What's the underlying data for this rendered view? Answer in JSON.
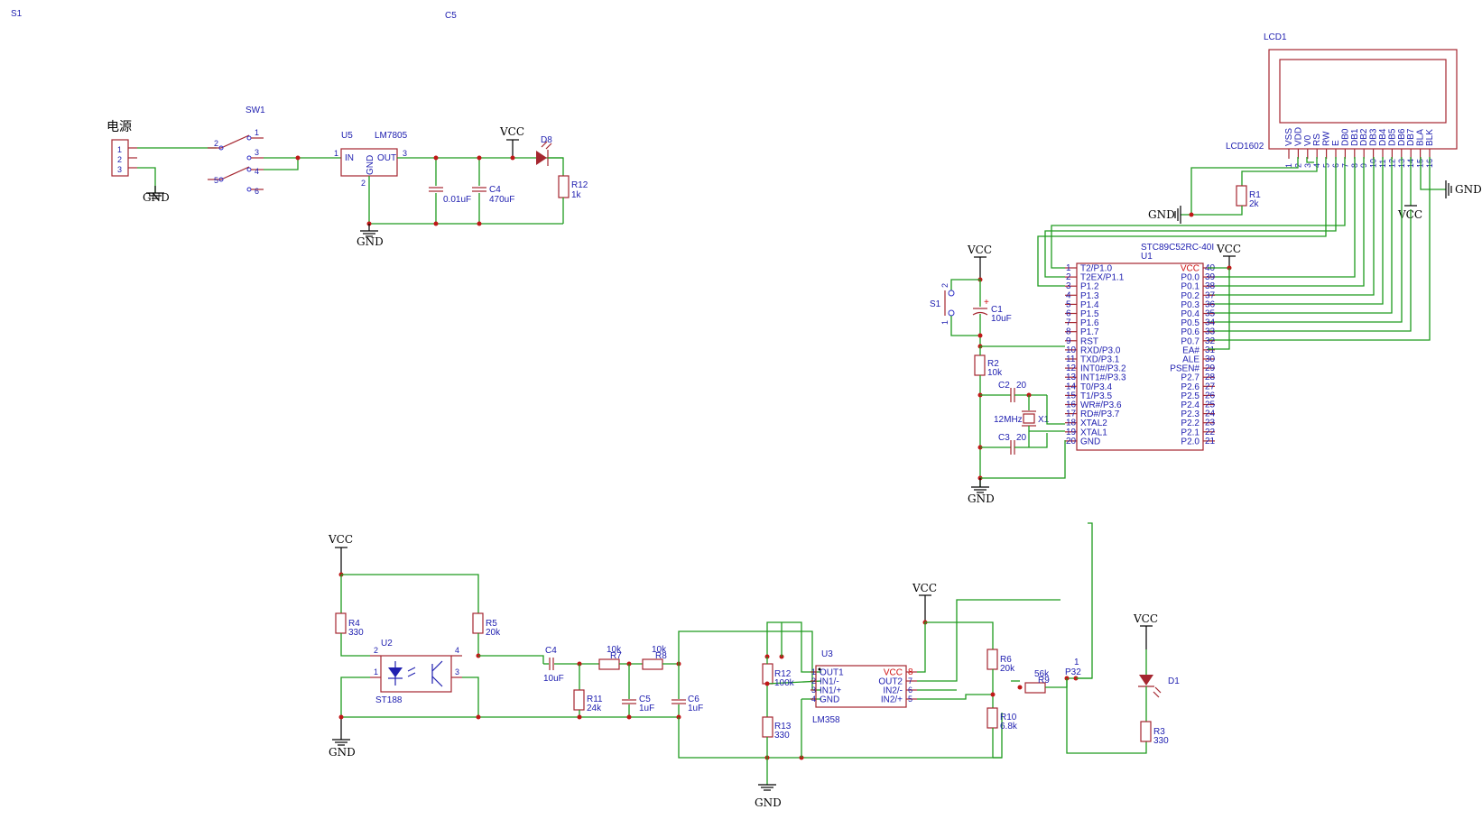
{
  "sheet": {
    "corner_labels": [
      "S1",
      "C5"
    ]
  },
  "net_labels": {
    "vcc": "VCC",
    "gnd": "GND"
  },
  "power": {
    "connector": {
      "name": "电源",
      "pins": [
        "1",
        "2",
        "3"
      ]
    },
    "switch": {
      "ref": "SW1",
      "pins": [
        "1",
        "2",
        "3",
        "4",
        "5",
        "6"
      ]
    },
    "regulator": {
      "ref": "U5",
      "value": "LM7805",
      "in": "IN",
      "out": "OUT",
      "gnd": "GND",
      "pin_in": "1",
      "pin_out": "3",
      "pin_gnd": "2"
    },
    "c_small": {
      "ref": "",
      "value": "0.01uF"
    },
    "c_bulk": {
      "ref": "C4",
      "value": "470uF"
    },
    "led": {
      "ref": "D8"
    },
    "resistor": {
      "ref": "R12",
      "value": "1k"
    }
  },
  "lcd": {
    "ref": "LCD1",
    "value": "LCD1602",
    "pin_names": [
      "VSS",
      "VDD",
      "V0",
      "RS",
      "RW",
      "E",
      "DB0",
      "DB1",
      "DB2",
      "DB3",
      "DB4",
      "DB5",
      "DB6",
      "DB7",
      "BLA",
      "BLK"
    ],
    "pin_numbers": [
      "1",
      "2",
      "3",
      "4",
      "5",
      "6",
      "7",
      "8",
      "9",
      "10",
      "11",
      "12",
      "13",
      "14",
      "15",
      "16"
    ],
    "r1": {
      "ref": "R1",
      "value": "2k"
    }
  },
  "mcu": {
    "ref": "U1",
    "value": "STC89C52RC-40I",
    "left_pins": [
      {
        "num": "1",
        "name": "T2/P1.0"
      },
      {
        "num": "2",
        "name": "T2EX/P1.1"
      },
      {
        "num": "3",
        "name": "P1.2"
      },
      {
        "num": "4",
        "name": "P1.3"
      },
      {
        "num": "5",
        "name": "P1.4"
      },
      {
        "num": "6",
        "name": "P1.5"
      },
      {
        "num": "7",
        "name": "P1.6"
      },
      {
        "num": "8",
        "name": "P1.7"
      },
      {
        "num": "9",
        "name": "RST"
      },
      {
        "num": "10",
        "name": "RXD/P3.0"
      },
      {
        "num": "11",
        "name": "TXD/P3.1"
      },
      {
        "num": "12",
        "name": "INT0#/P3.2"
      },
      {
        "num": "13",
        "name": "INT1#/P3.3"
      },
      {
        "num": "14",
        "name": "T0/P3.4"
      },
      {
        "num": "15",
        "name": "T1/P3.5"
      },
      {
        "num": "16",
        "name": "WR#/P3.6"
      },
      {
        "num": "17",
        "name": "RD#/P3.7"
      },
      {
        "num": "18",
        "name": "XTAL2"
      },
      {
        "num": "19",
        "name": "XTAL1"
      },
      {
        "num": "20",
        "name": "GND"
      }
    ],
    "right_pins": [
      {
        "num": "40",
        "name": "VCC"
      },
      {
        "num": "39",
        "name": "P0.0"
      },
      {
        "num": "38",
        "name": "P0.1"
      },
      {
        "num": "37",
        "name": "P0.2"
      },
      {
        "num": "36",
        "name": "P0.3"
      },
      {
        "num": "35",
        "name": "P0.4"
      },
      {
        "num": "34",
        "name": "P0.5"
      },
      {
        "num": "33",
        "name": "P0.6"
      },
      {
        "num": "32",
        "name": "P0.7"
      },
      {
        "num": "31",
        "name": "EA#"
      },
      {
        "num": "30",
        "name": "ALE"
      },
      {
        "num": "29",
        "name": "PSEN#"
      },
      {
        "num": "28",
        "name": "P2.7"
      },
      {
        "num": "27",
        "name": "P2.6"
      },
      {
        "num": "26",
        "name": "P2.5"
      },
      {
        "num": "25",
        "name": "P2.4"
      },
      {
        "num": "24",
        "name": "P2.3"
      },
      {
        "num": "23",
        "name": "P2.2"
      },
      {
        "num": "22",
        "name": "P2.1"
      },
      {
        "num": "21",
        "name": "P2.0"
      }
    ],
    "reset_switch": {
      "ref": "S1",
      "pin_a": "2",
      "pin_b": "1"
    },
    "c1": {
      "ref": "C1",
      "value": "10uF"
    },
    "r2": {
      "ref": "R2",
      "value": "10k"
    },
    "c2": {
      "ref": "C2",
      "value": "20"
    },
    "c3": {
      "ref": "C3",
      "value": "20"
    },
    "crystal": {
      "ref": "X1",
      "value": "12MHz"
    }
  },
  "sensor": {
    "r4": {
      "ref": "R4",
      "value": "330"
    },
    "r5": {
      "ref": "R5",
      "value": "20k"
    },
    "opto": {
      "ref": "U2",
      "value": "ST188",
      "pins": [
        "2",
        "1",
        "4",
        "3"
      ]
    },
    "c4": {
      "ref": "C4",
      "value": "10uF"
    },
    "r7": {
      "ref": "R7",
      "value": "10k"
    },
    "r8": {
      "ref": "R8",
      "value": "10k"
    },
    "r11": {
      "ref": "R11",
      "value": "24k"
    },
    "c5": {
      "ref": "C5",
      "value": "1uF"
    },
    "c6": {
      "ref": "C6",
      "value": "1uF"
    },
    "r12": {
      "ref": "R12",
      "value": "100k"
    },
    "r13": {
      "ref": "R13",
      "value": "330"
    },
    "opamp": {
      "ref": "U3",
      "value": "LM358",
      "left_pins": [
        {
          "num": "1",
          "name": "OUT1"
        },
        {
          "num": "2",
          "name": "IN1/-"
        },
        {
          "num": "3",
          "name": "IN1/+"
        },
        {
          "num": "4",
          "name": "GND"
        }
      ],
      "right_pins": [
        {
          "num": "8",
          "name": "VCC"
        },
        {
          "num": "7",
          "name": "OUT2"
        },
        {
          "num": "6",
          "name": "IN2/-"
        },
        {
          "num": "5",
          "name": "IN2/+"
        }
      ]
    },
    "r6": {
      "ref": "R6",
      "value": "20k"
    },
    "r10": {
      "ref": "R10",
      "value": "6.8k"
    },
    "r9": {
      "ref": "R9",
      "value": "56k"
    },
    "p32": {
      "ref": "P32",
      "pin": "1"
    },
    "d1": {
      "ref": "D1"
    },
    "r3": {
      "ref": "R3",
      "value": "330"
    }
  }
}
